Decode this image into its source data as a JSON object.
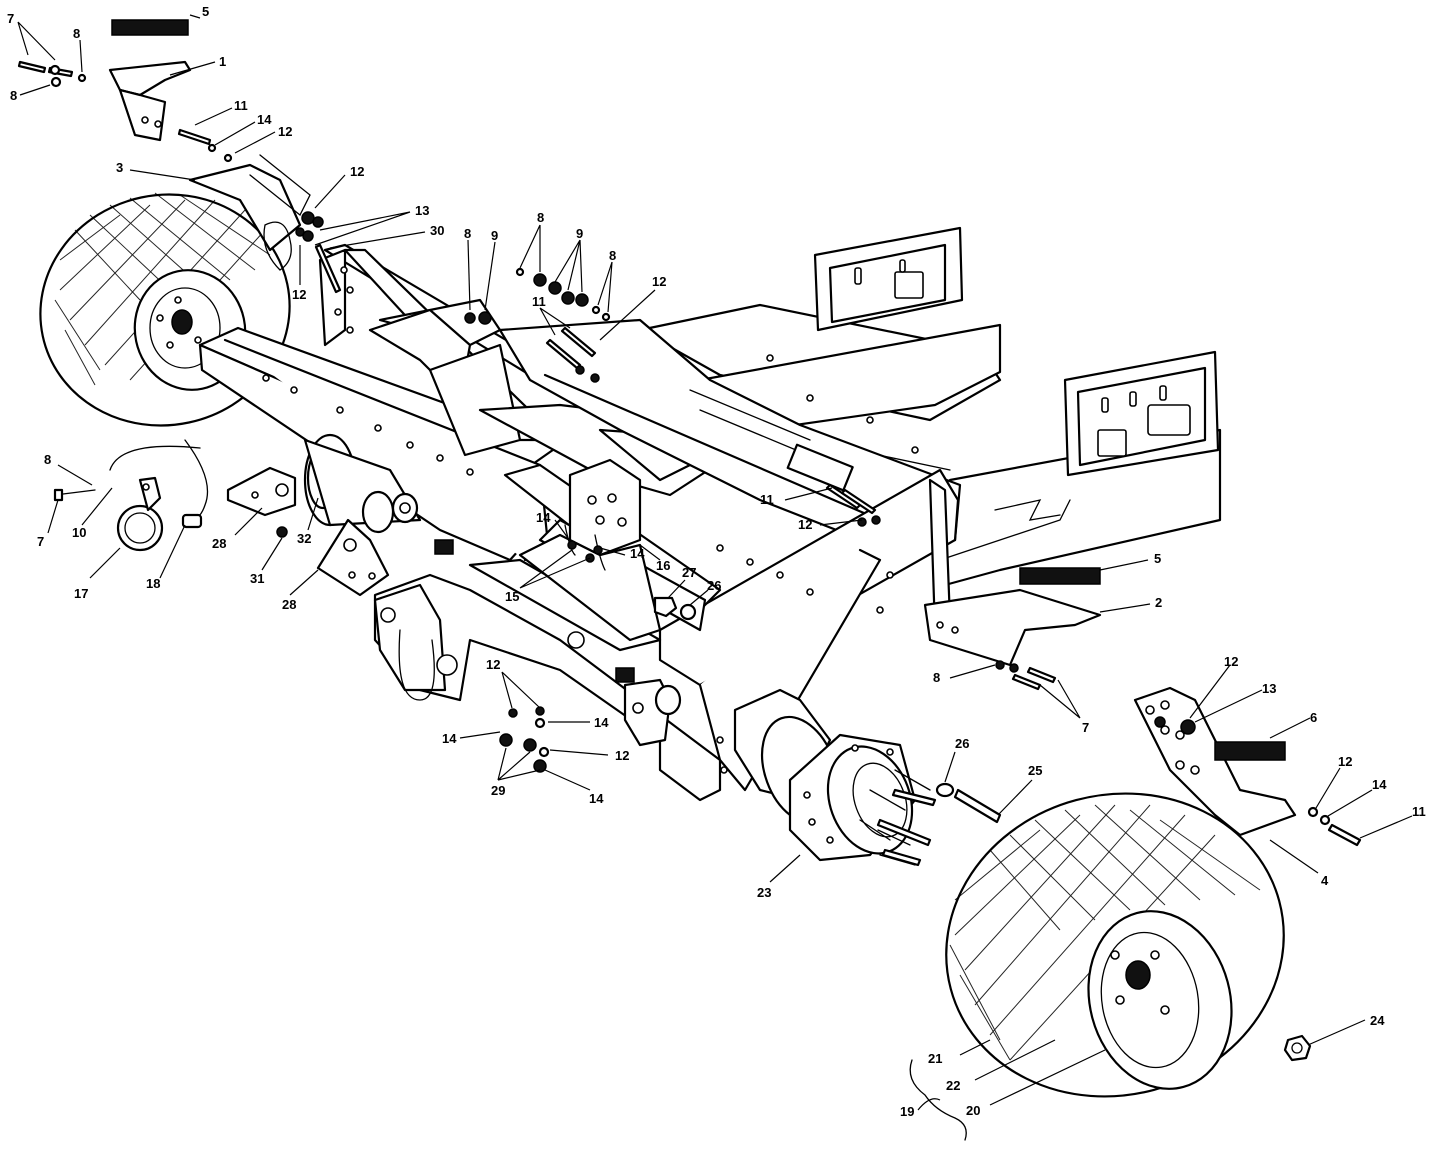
{
  "callouts": [
    {
      "id": "c5a",
      "text": "5"
    },
    {
      "id": "c1",
      "text": "1"
    },
    {
      "id": "c7a",
      "text": "7"
    },
    {
      "id": "c8a",
      "text": "8"
    },
    {
      "id": "c8b",
      "text": "8"
    },
    {
      "id": "c11a",
      "text": "11"
    },
    {
      "id": "c14a",
      "text": "14"
    },
    {
      "id": "c12a",
      "text": "12"
    },
    {
      "id": "c3",
      "text": "3"
    },
    {
      "id": "c12b",
      "text": "12"
    },
    {
      "id": "c13a",
      "text": "13"
    },
    {
      "id": "c30",
      "text": "30"
    },
    {
      "id": "c12c",
      "text": "12"
    },
    {
      "id": "c8c",
      "text": "8"
    },
    {
      "id": "c9a",
      "text": "9"
    },
    {
      "id": "c8d",
      "text": "8"
    },
    {
      "id": "c9b",
      "text": "9"
    },
    {
      "id": "c8e",
      "text": "8"
    },
    {
      "id": "c12d",
      "text": "12"
    },
    {
      "id": "c11b",
      "text": "11"
    },
    {
      "id": "c8f",
      "text": "8"
    },
    {
      "id": "c7b",
      "text": "7"
    },
    {
      "id": "c10",
      "text": "10"
    },
    {
      "id": "c17",
      "text": "17"
    },
    {
      "id": "c18",
      "text": "18"
    },
    {
      "id": "c28a",
      "text": "28"
    },
    {
      "id": "c31",
      "text": "31"
    },
    {
      "id": "c32",
      "text": "32"
    },
    {
      "id": "c28b",
      "text": "28"
    },
    {
      "id": "c14b",
      "text": "14"
    },
    {
      "id": "c14c",
      "text": "14"
    },
    {
      "id": "c16",
      "text": "16"
    },
    {
      "id": "c15",
      "text": "15"
    },
    {
      "id": "c27",
      "text": "27"
    },
    {
      "id": "c26a",
      "text": "26"
    },
    {
      "id": "c11c",
      "text": "11"
    },
    {
      "id": "c12e",
      "text": "12"
    },
    {
      "id": "c5b",
      "text": "5"
    },
    {
      "id": "c2",
      "text": "2"
    },
    {
      "id": "c8g",
      "text": "8"
    },
    {
      "id": "c7c",
      "text": "7"
    },
    {
      "id": "c12f",
      "text": "12"
    },
    {
      "id": "c13b",
      "text": "13"
    },
    {
      "id": "c6",
      "text": "6"
    },
    {
      "id": "c12g",
      "text": "12"
    },
    {
      "id": "c14d",
      "text": "14"
    },
    {
      "id": "c11d",
      "text": "11"
    },
    {
      "id": "c4",
      "text": "4"
    },
    {
      "id": "c12h",
      "text": "12"
    },
    {
      "id": "c14e",
      "text": "14"
    },
    {
      "id": "c14f",
      "text": "14"
    },
    {
      "id": "c12i",
      "text": "12"
    },
    {
      "id": "c29",
      "text": "29"
    },
    {
      "id": "c14g",
      "text": "14"
    },
    {
      "id": "c26b",
      "text": "26"
    },
    {
      "id": "c25",
      "text": "25"
    },
    {
      "id": "c23",
      "text": "23"
    },
    {
      "id": "c24",
      "text": "24"
    },
    {
      "id": "c21",
      "text": "21"
    },
    {
      "id": "c22",
      "text": "22"
    },
    {
      "id": "c19",
      "text": "19"
    },
    {
      "id": "c20",
      "text": "20"
    }
  ]
}
